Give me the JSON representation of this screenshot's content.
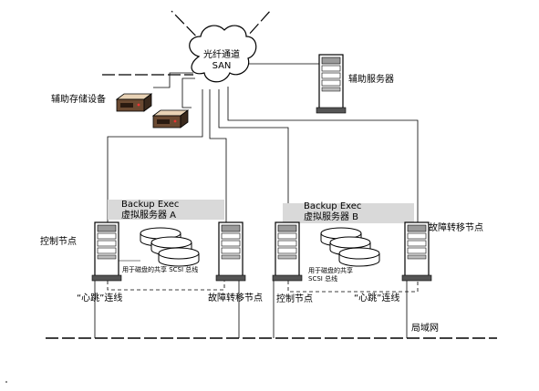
{
  "san": {
    "line1": "光纤通道",
    "line2": "SAN"
  },
  "storage_label": "辅助存储设备",
  "aux_server_label": "辅助服务器",
  "vs_a": {
    "line1": "Backup Exec",
    "line2": "虚拟服务器 A"
  },
  "vs_b": {
    "line1": "Backup Exec",
    "line2": "虚拟服务器 B"
  },
  "left_cluster": {
    "control_node": "控制节点",
    "shared_bus": "用于磁盘的共享 SCSI 总线",
    "heartbeat": "“心跳”连线",
    "failover_node": "故障转移节点"
  },
  "right_cluster": {
    "control_node": "控制节点",
    "shared_bus_line1": "用于磁盘的共享",
    "shared_bus_line2": "SCSI 总线",
    "heartbeat": "“心跳”连线",
    "failover_node": "故障转移节点"
  },
  "lan_label": "局域网"
}
